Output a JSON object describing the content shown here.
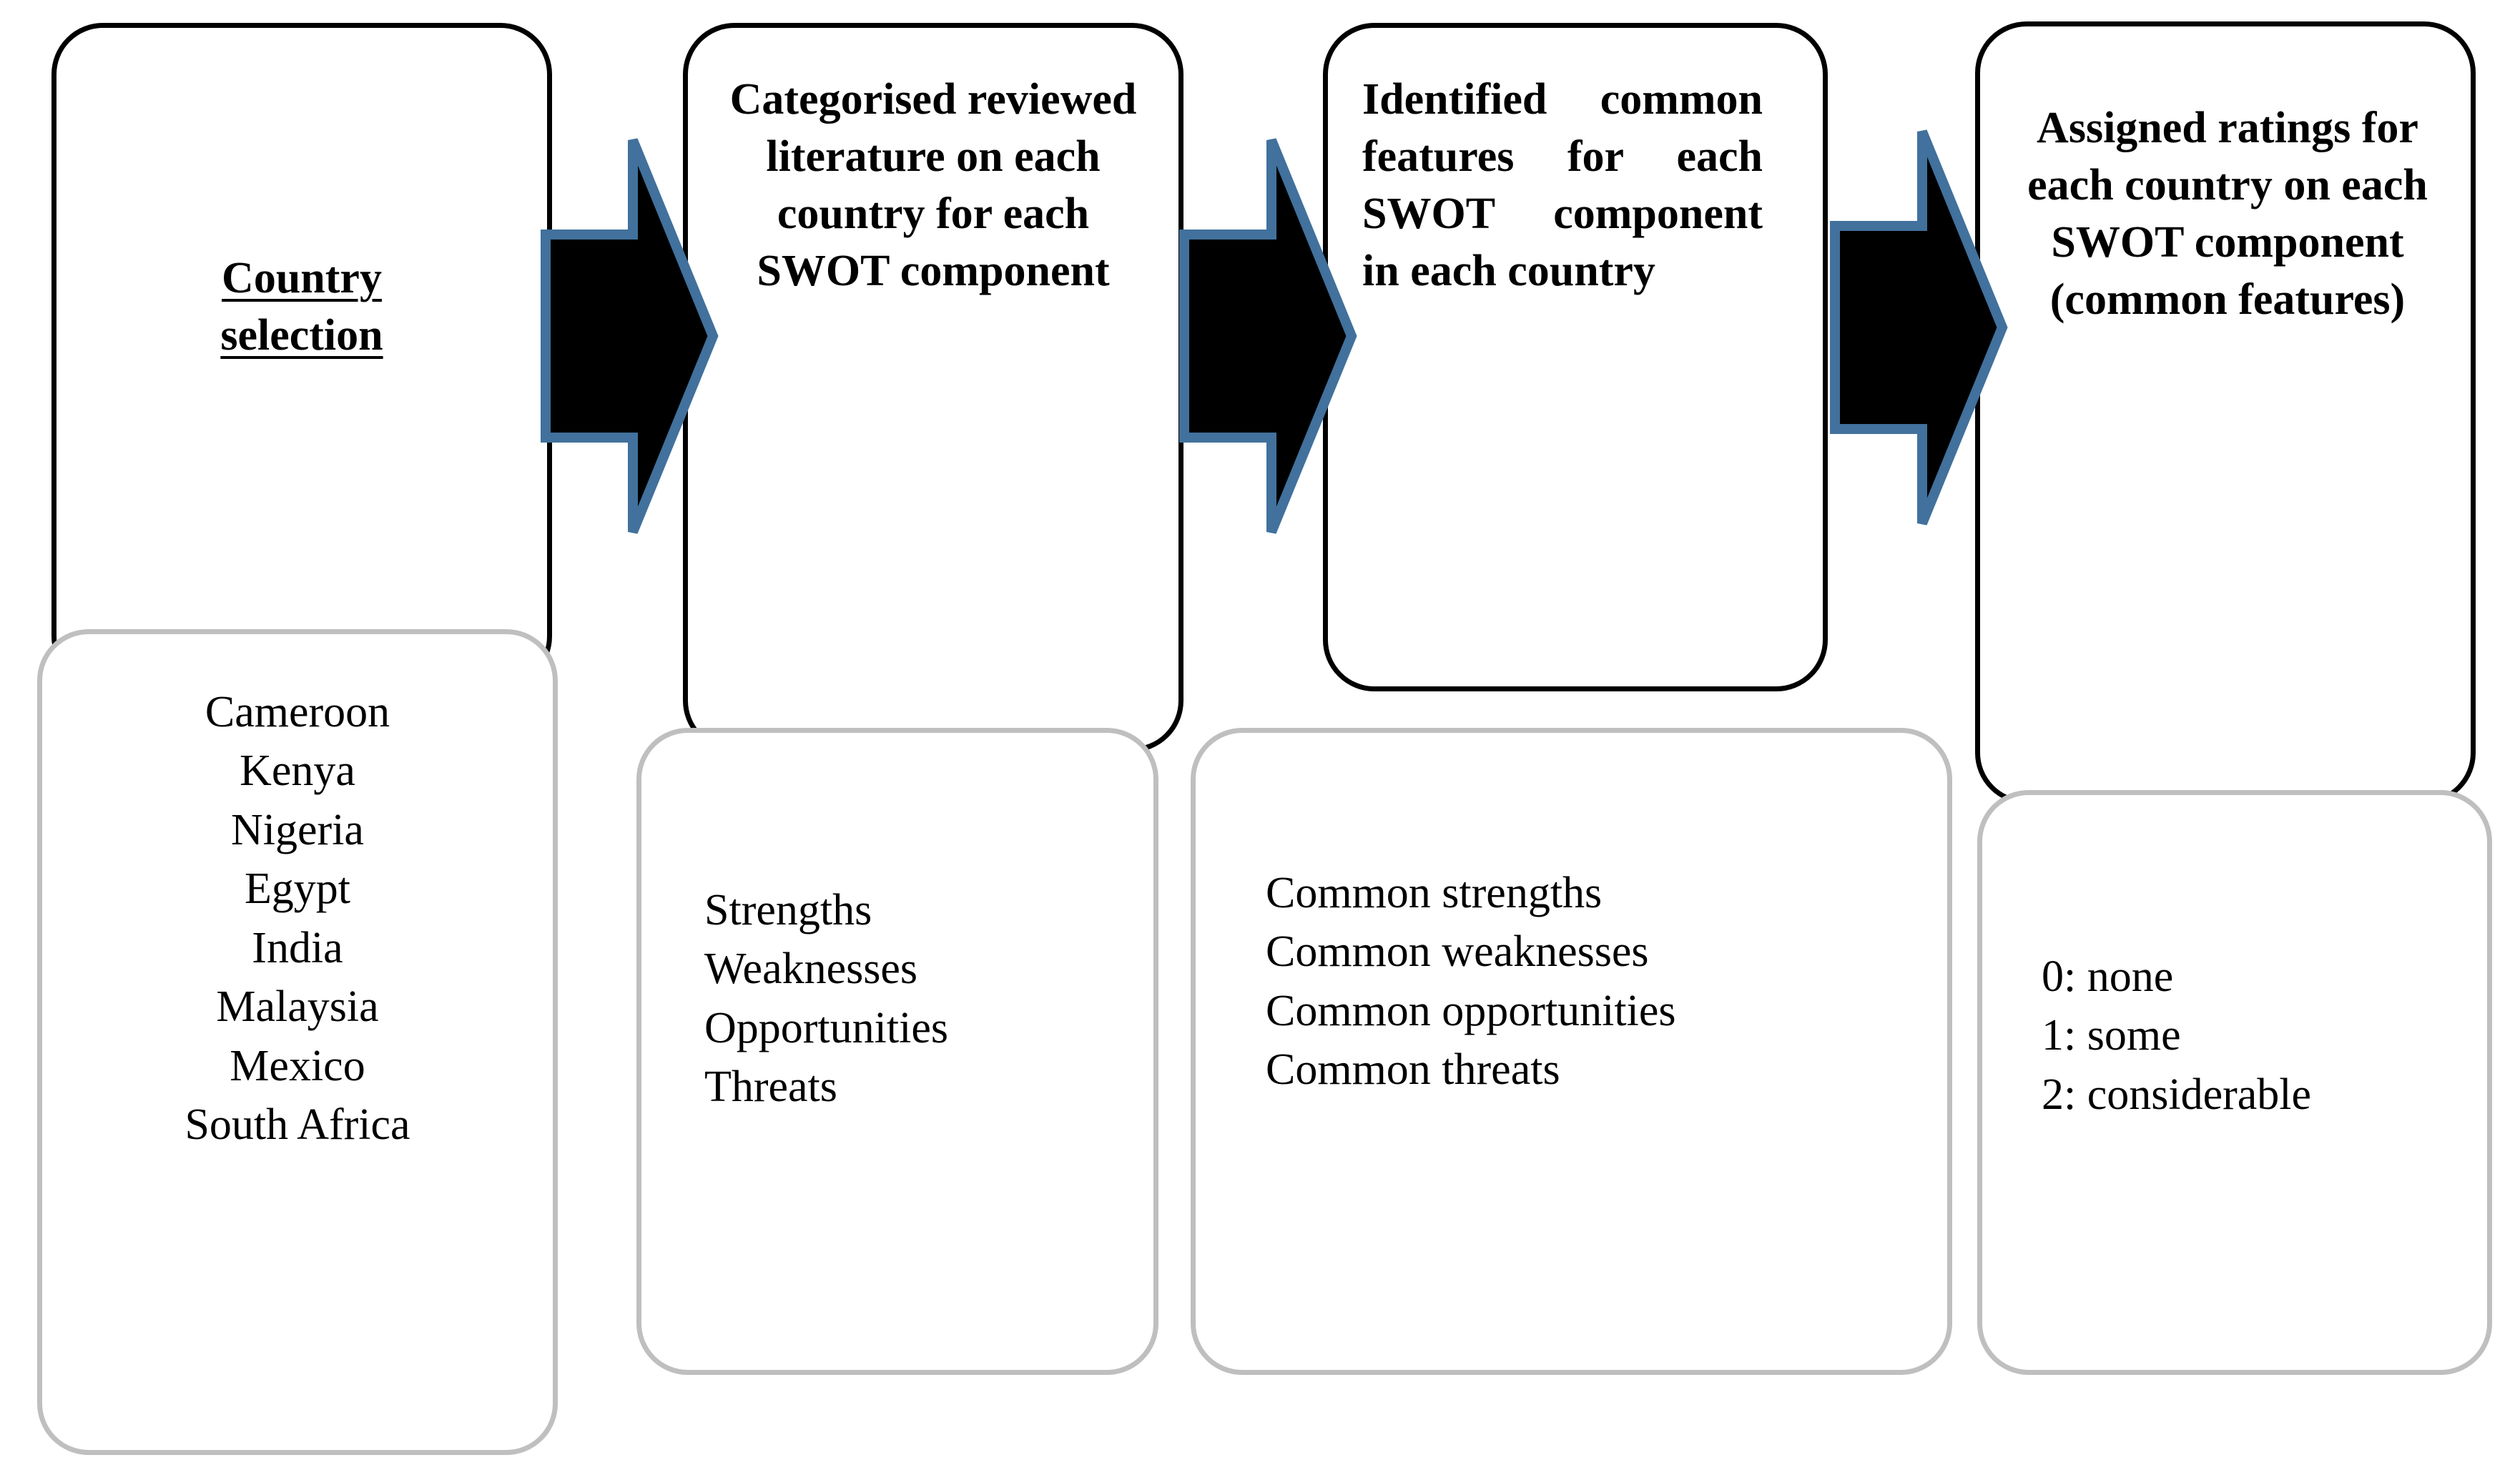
{
  "diagram": {
    "title": "Methodology flow: country selection to SWOT rating assignment",
    "colors": {
      "stage_border": "#000000",
      "detail_border": "#bfbfbf",
      "arrow_fill": "#000000",
      "arrow_outline": "#41719C",
      "background": "#ffffff",
      "text": "#000000"
    }
  },
  "stages": [
    {
      "id": "country-selection",
      "title": "Country \nselection",
      "title_style": "underlined",
      "detail_align": "centered",
      "details": [
        "Cameroon",
        "Kenya",
        "Nigeria",
        "Egypt",
        "India",
        "Malaysia",
        "Mexico",
        "South Africa"
      ]
    },
    {
      "id": "categorised-literature",
      "title": "Categorised reviewed literature on each country for each SWOT component",
      "title_style": "centered",
      "detail_align": "left",
      "details": [
        "Strengths",
        "Weaknesses",
        "Opportunities",
        "Threats"
      ]
    },
    {
      "id": "identified-common-features",
      "title": "Identified common features for each SWOT component in each country",
      "title_style": "justified",
      "detail_align": "left",
      "details": [
        "Common strengths",
        "Common weaknesses",
        "Common opportunities",
        "Common threats"
      ]
    },
    {
      "id": "assigned-ratings",
      "title": "Assigned ratings for each country on each SWOT component (common features)",
      "title_style": "centered",
      "detail_align": "left",
      "details": [
        "0: none",
        "1: some",
        "2: considerable"
      ]
    }
  ],
  "connectors": [
    {
      "id": "arrow-1",
      "from": "country-selection",
      "to": "categorised-literature",
      "direction": "right"
    },
    {
      "id": "arrow-2",
      "from": "categorised-literature",
      "to": "identified-common-features",
      "direction": "right"
    },
    {
      "id": "arrow-3",
      "from": "identified-common-features",
      "to": "assigned-ratings",
      "direction": "right"
    }
  ]
}
